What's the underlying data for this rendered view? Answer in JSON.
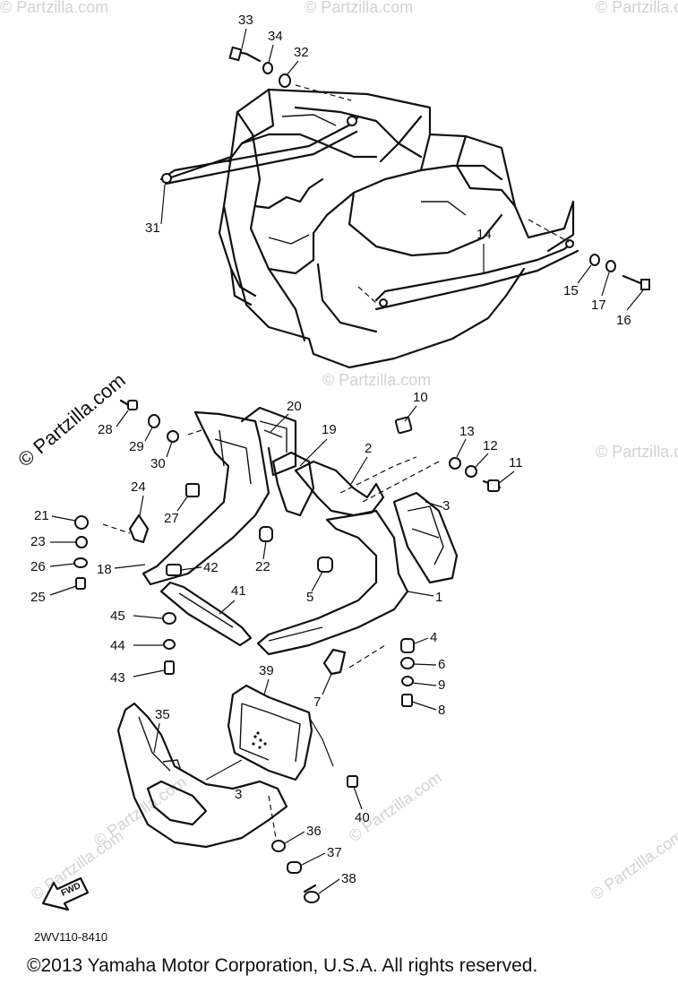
{
  "diagram": {
    "watermark": "© Partzilla.com",
    "diagram_code": "2WV110-8410",
    "copyright": "©2013  Yamaha Motor Corporation, U.S.A. All rights reserved.",
    "direction_label": "FWD",
    "callouts": {
      "c1": "1",
      "c2": "2",
      "c3": "3",
      "c3b": "3",
      "c4": "4",
      "c5": "5",
      "c6": "6",
      "c7": "7",
      "c8": "8",
      "c9": "9",
      "c10": "10",
      "c11": "11",
      "c12": "12",
      "c13": "13",
      "c14": "14",
      "c15": "15",
      "c16": "16",
      "c17": "17",
      "c18": "18",
      "c19": "19",
      "c20": "20",
      "c21": "21",
      "c22": "22",
      "c23": "23",
      "c24": "24",
      "c25": "25",
      "c26": "26",
      "c27": "27",
      "c28": "28",
      "c29": "29",
      "c30": "30",
      "c31": "31",
      "c32": "32",
      "c33": "33",
      "c34": "34",
      "c35": "35",
      "c36": "36",
      "c37": "37",
      "c38": "38",
      "c39": "39",
      "c40": "40",
      "c41": "41",
      "c42": "42",
      "c43": "43",
      "c44": "44",
      "c45": "45"
    }
  }
}
